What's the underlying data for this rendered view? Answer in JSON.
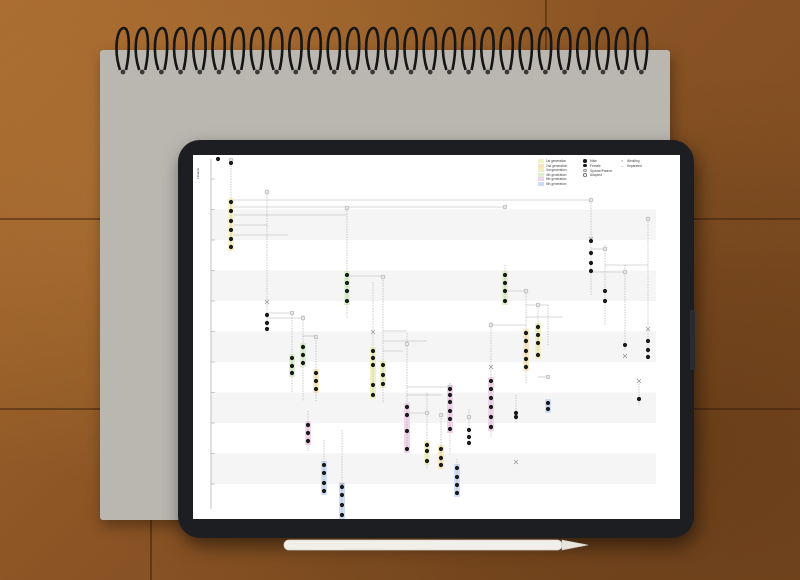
{
  "scene": {
    "description_free": true,
    "colors": {
      "leather": "#8f5a28",
      "notebook": "#b9b7af",
      "tablet_bezel": "#1d1e21",
      "stylus": "#f1efea",
      "screen": "#ffffff"
    }
  },
  "diagram": {
    "axis_label": "Timeline",
    "legend_generations": [
      {
        "label": "1st generation",
        "color": "#f7f1c6"
      },
      {
        "label": "2nd generation",
        "color": "#f5e8c0"
      },
      {
        "label": "3rd generation",
        "color": "#eef0c2"
      },
      {
        "label": "4th generation",
        "color": "#dcefd0"
      },
      {
        "label": "5th generation",
        "color": "#f0d4ea"
      },
      {
        "label": "6th generation",
        "color": "#cddcf2"
      }
    ],
    "legend_symbols": [
      {
        "label": "Male",
        "icon": "filled-circle"
      },
      {
        "label": "Female",
        "icon": "filled-circle"
      },
      {
        "label": "Spouse/Partner",
        "icon": "gray-circle"
      },
      {
        "label": "Adopted",
        "icon": "hollow-circle"
      }
    ],
    "legend_links": [
      {
        "label": "Wedding",
        "icon": "cross"
      },
      {
        "label": "Separated",
        "icon": "line"
      }
    ]
  }
}
